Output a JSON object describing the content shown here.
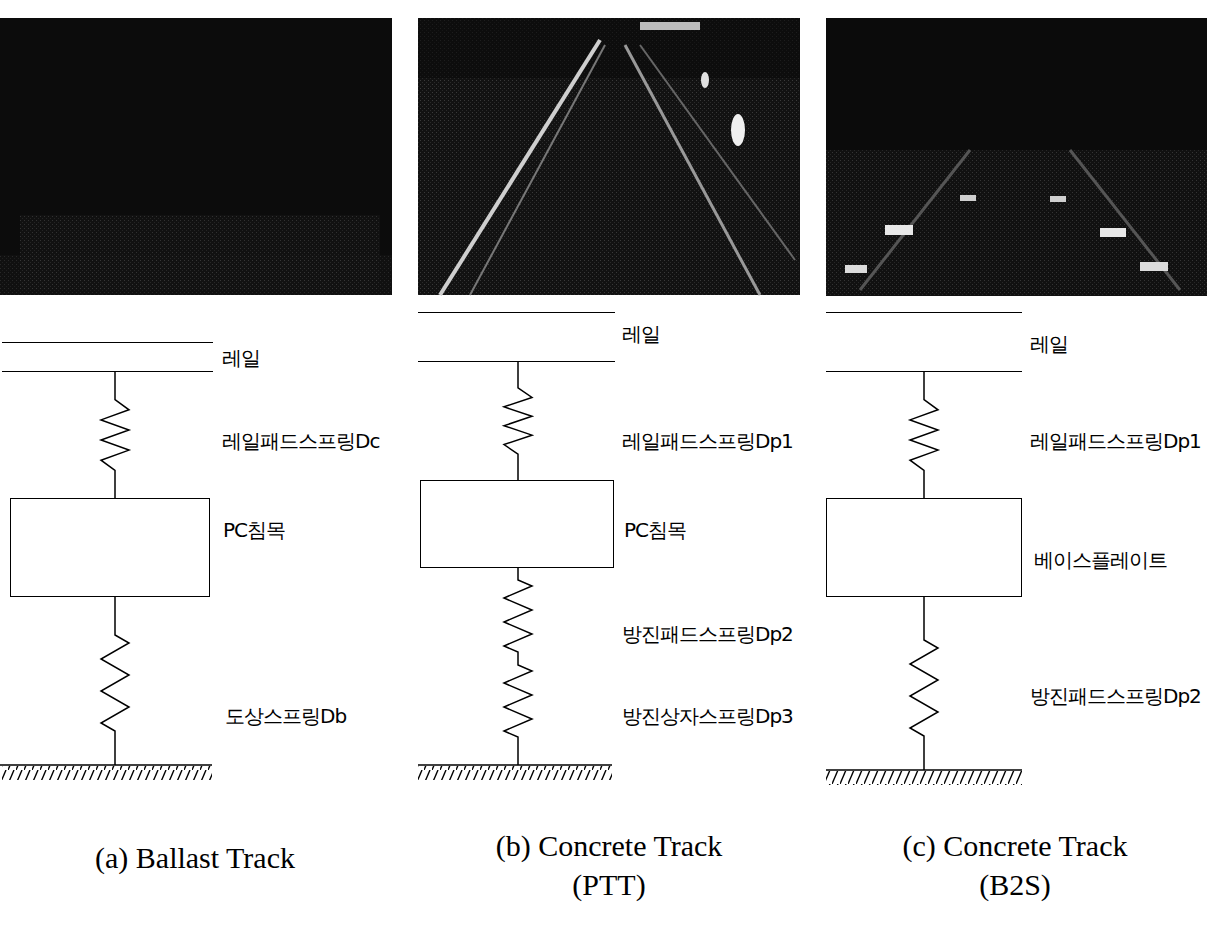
{
  "diagram": {
    "nodes": [
      {
        "text": [
          "레일"
        ]
      },
      {
        "text": [
          "PC침목"
        ]
      },
      {
        "text": [
          "레일"
        ]
      },
      {
        "text": [
          "PC침목"
        ]
      },
      {
        "text": [
          "레일"
        ]
      },
      {
        "text": [
          "베이스플레이트"
        ]
      }
    ],
    "edges": [
      {
        "from": 0,
        "to": 1,
        "arrow": "none",
        "label": "레일패드스프링Dc"
      },
      {
        "from": 2,
        "to": 3,
        "arrow": "none",
        "label": "레일패드스프링Dp1"
      },
      {
        "from": 4,
        "to": 5,
        "arrow": "none",
        "label": "레일패드스프링Dp1"
      }
    ],
    "labels": [
      "도상스프링Db",
      "방진패드스프링Dp2",
      "방진상자스프링Dp3",
      "방진패드스프링Dp2",
      "(a) Ballast Track",
      "(b) Concrete Track (PTT)",
      "(c) Concrete Track (B2S)"
    ]
  }
}
